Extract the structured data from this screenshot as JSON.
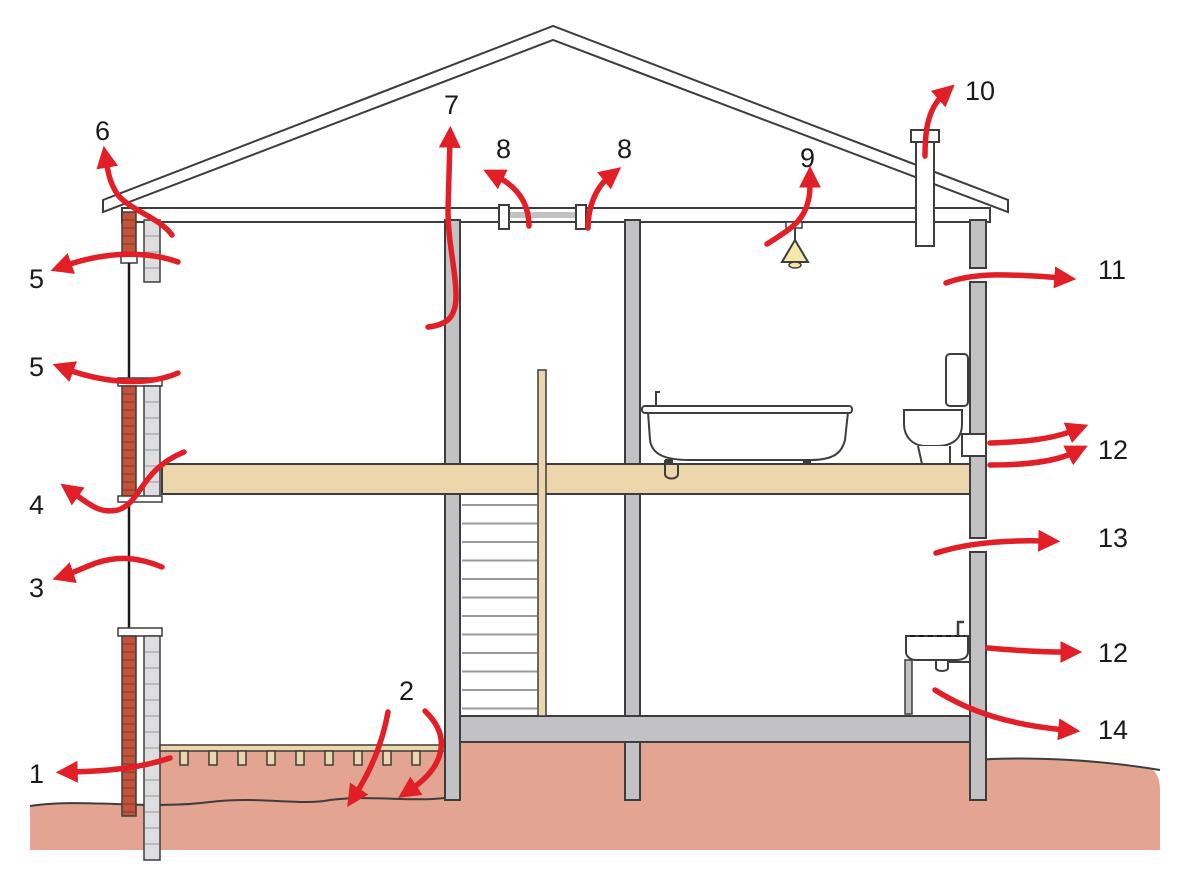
{
  "colors": {
    "arrow": "#e21f26",
    "ground": "#e3a592",
    "floor": "#ecd6ac",
    "wall": "#c2c2c4",
    "brick": "#c2533b",
    "block": "#dedee0",
    "outline": "#3d3d3d",
    "lamp": "#f6e8a6"
  },
  "icons": [
    "bathtub-icon",
    "toilet-icon",
    "sink-icon",
    "ceiling-light-icon",
    "chimney-flue-icon",
    "stair-icon",
    "ladder-icon"
  ],
  "labels": {
    "l1": "1",
    "l2": "2",
    "l3": "3",
    "l4": "4",
    "l5a": "5",
    "l5b": "5",
    "l6": "6",
    "l7": "7",
    "l8a": "8",
    "l8b": "8",
    "l9": "9",
    "l10": "10",
    "l11": "11",
    "l12a": "12",
    "l12b": "12",
    "l13": "13",
    "l14": "14"
  }
}
